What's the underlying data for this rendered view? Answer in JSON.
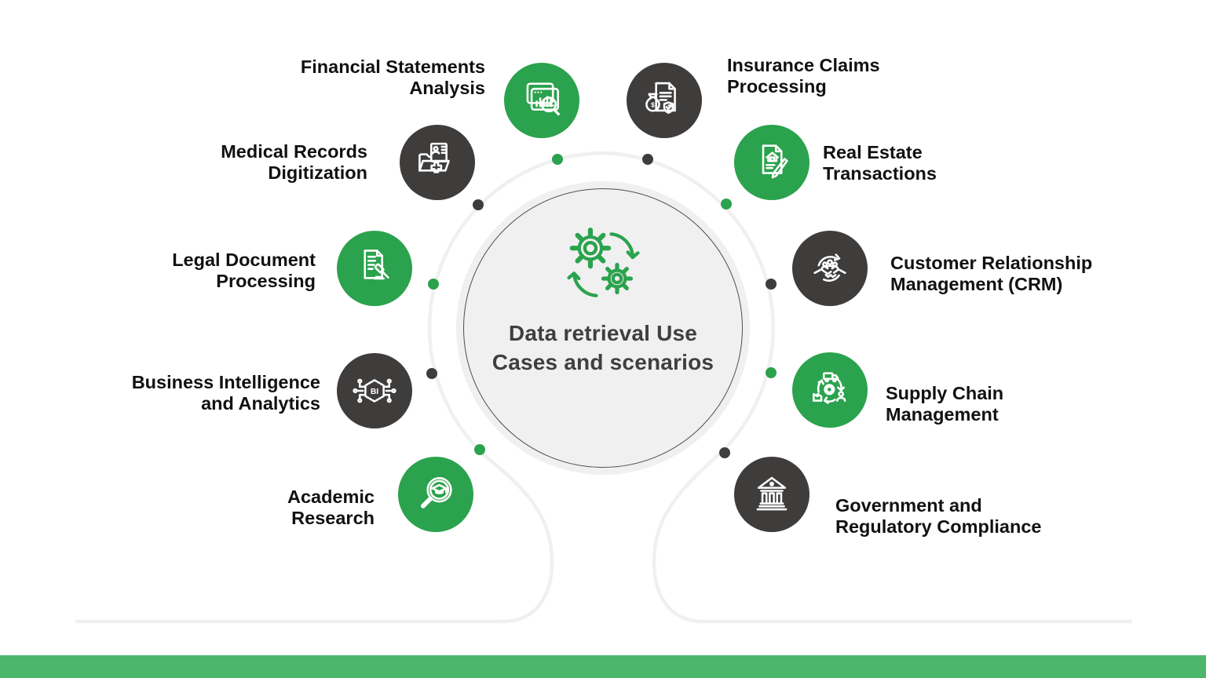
{
  "colors": {
    "green": "#2ba24d",
    "dark": "#3f3c3c",
    "bar_green": "#4cb66b",
    "ring": "#f0f0f0",
    "center_fill": "#f0f0f0",
    "text": "#111111",
    "title_text": "#3f3f3f"
  },
  "center": {
    "title": "Data retrieval Use\nCases and scenarios",
    "icon": "gears-sync-icon"
  },
  "items": [
    {
      "label": "Financial Statements\nAnalysis",
      "icon": "chart-magnifier-icon",
      "color": "green",
      "side": "left"
    },
    {
      "label": "Insurance Claims\nProcessing",
      "icon": "insurance-claim-icon",
      "color": "dark",
      "side": "right"
    },
    {
      "label": "Medical Records\nDigitization",
      "icon": "medical-folder-icon",
      "color": "dark",
      "side": "left"
    },
    {
      "label": "Real Estate\nTransactions",
      "icon": "property-contract-icon",
      "color": "green",
      "side": "right"
    },
    {
      "label": "Legal Document\nProcessing",
      "icon": "legal-gavel-document-icon",
      "color": "green",
      "side": "left"
    },
    {
      "label": "Customer Relationship\nManagement (CRM)",
      "icon": "handshake-icon",
      "color": "dark",
      "side": "right"
    },
    {
      "label": "Business Intelligence\nand Analytics",
      "icon": "bi-chip-icon",
      "color": "dark",
      "side": "left"
    },
    {
      "label": "Supply Chain\nManagement",
      "icon": "supply-cycle-icon",
      "color": "green",
      "side": "right"
    },
    {
      "label": "Academic\nResearch",
      "icon": "graduation-magnifier-icon",
      "color": "green",
      "side": "left"
    },
    {
      "label": "Government and\nRegulatory Compliance",
      "icon": "government-building-icon",
      "color": "dark",
      "side": "right"
    }
  ]
}
